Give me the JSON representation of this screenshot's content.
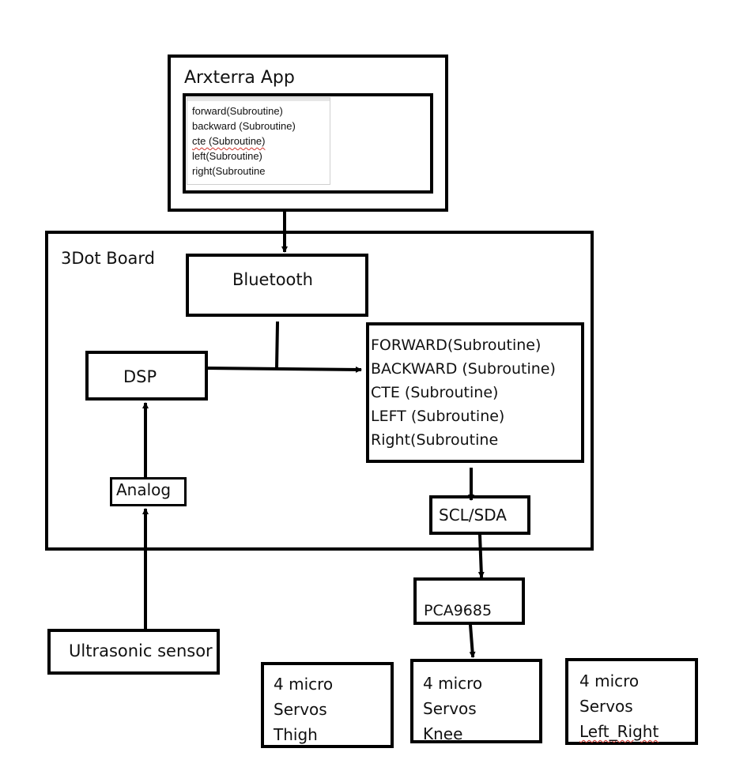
{
  "app": {
    "title": "Arxterra App",
    "commands": [
      "forward(Subroutine)",
      "backward (Subroutine)",
      "cte (Subroutine)",
      "left(Subroutine)",
      "right(Subroutine"
    ]
  },
  "board": {
    "title": "3Dot Board",
    "bluetooth": "Bluetooth",
    "dsp": "DSP",
    "analog": "Analog",
    "scl_sda": "SCL/SDA",
    "subroutines": [
      "FORWARD(Subroutine)",
      "BACKWARD (Subroutine)",
      "CTE (Subroutine)",
      "LEFT (Subroutine)",
      "Right(Subroutine"
    ]
  },
  "pca": "PCA9685",
  "sensor": "Ultrasonic sensor",
  "servos": [
    {
      "line1": "4 micro",
      "line2": "Servos",
      "line3": "Thigh"
    },
    {
      "line1": "4 micro",
      "line2": "Servos",
      "line3": "Knee"
    },
    {
      "line1": "4 micro",
      "line2": "Servos",
      "line3": "Left_Right"
    }
  ]
}
